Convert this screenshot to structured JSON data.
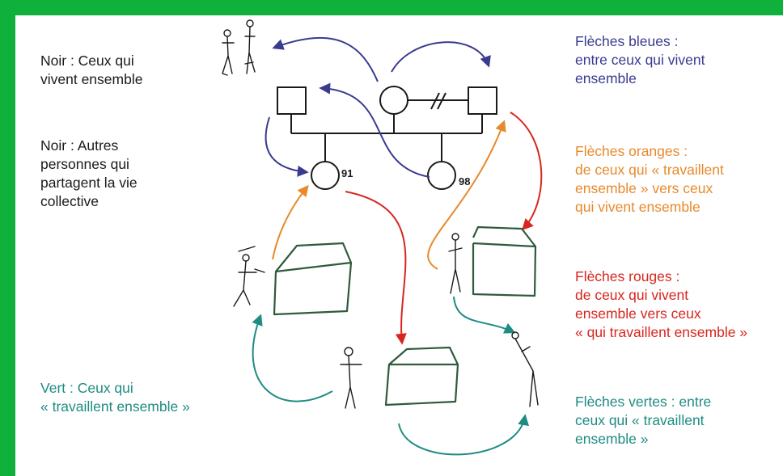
{
  "colors": {
    "frame": "#10b03c",
    "black": "#1a1a1a",
    "blue": "#3a3b8f",
    "orange": "#e8892b",
    "red": "#d8261f",
    "teal": "#1e8c82",
    "sketch": "#2f5a3b"
  },
  "legend_left": {
    "noir_1": [
      "Noir : Ceux qui",
      "vivent ensemble"
    ],
    "noir_2": [
      "Noir : Autres",
      "personnes qui",
      "partagent la vie",
      "collective"
    ],
    "vert": [
      "Vert : Ceux qui",
      "« travaillent ensemble »"
    ]
  },
  "legend_right": {
    "bleues": [
      "Flèches bleues :",
      "entre ceux qui vivent",
      "ensemble"
    ],
    "oranges": [
      "Flèches oranges :",
      "de ceux qui « travaillent",
      "ensemble » vers ceux",
      "qui vivent ensemble"
    ],
    "rouges": [
      "Flèches rouges :",
      "de ceux qui vivent",
      "ensemble vers ceux",
      "« qui travaillent ensemble »"
    ],
    "vertes": [
      "Flèches vertes : entre",
      "ceux qui « travaillent",
      "ensemble »"
    ]
  },
  "genogram": {
    "labels": {
      "daughter_1": "91",
      "daughter_2": "98"
    }
  }
}
